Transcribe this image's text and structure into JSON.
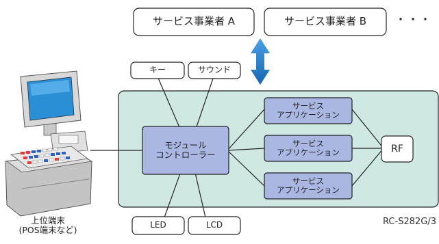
{
  "service_providers": [
    {
      "label": "サービス事業者 A"
    },
    {
      "label": "サービス事業者 B"
    }
  ],
  "ellipsis": "・・・",
  "peripherals_top": [
    "キー",
    "サウンド"
  ],
  "peripherals_bottom": [
    "LED",
    "LCD"
  ],
  "controller": {
    "line1": "モジュール",
    "line2": "コントローラー"
  },
  "service_apps": [
    {
      "line1": "サービス",
      "line2": "アプリケーション"
    },
    {
      "line1": "サービス",
      "line2": "アプリケーション"
    },
    {
      "line1": "サービス",
      "line2": "アプリケーション"
    }
  ],
  "rf": "RF",
  "host_terminal": {
    "line1": "上位端末",
    "line2": "(POS端末など)"
  },
  "model_code": "RC-S282G/3",
  "colors": {
    "module_bg": "#cfe8e3",
    "box_fill": "#a9b7e2",
    "arrow": "#1f7ac4",
    "line": "#222222"
  }
}
